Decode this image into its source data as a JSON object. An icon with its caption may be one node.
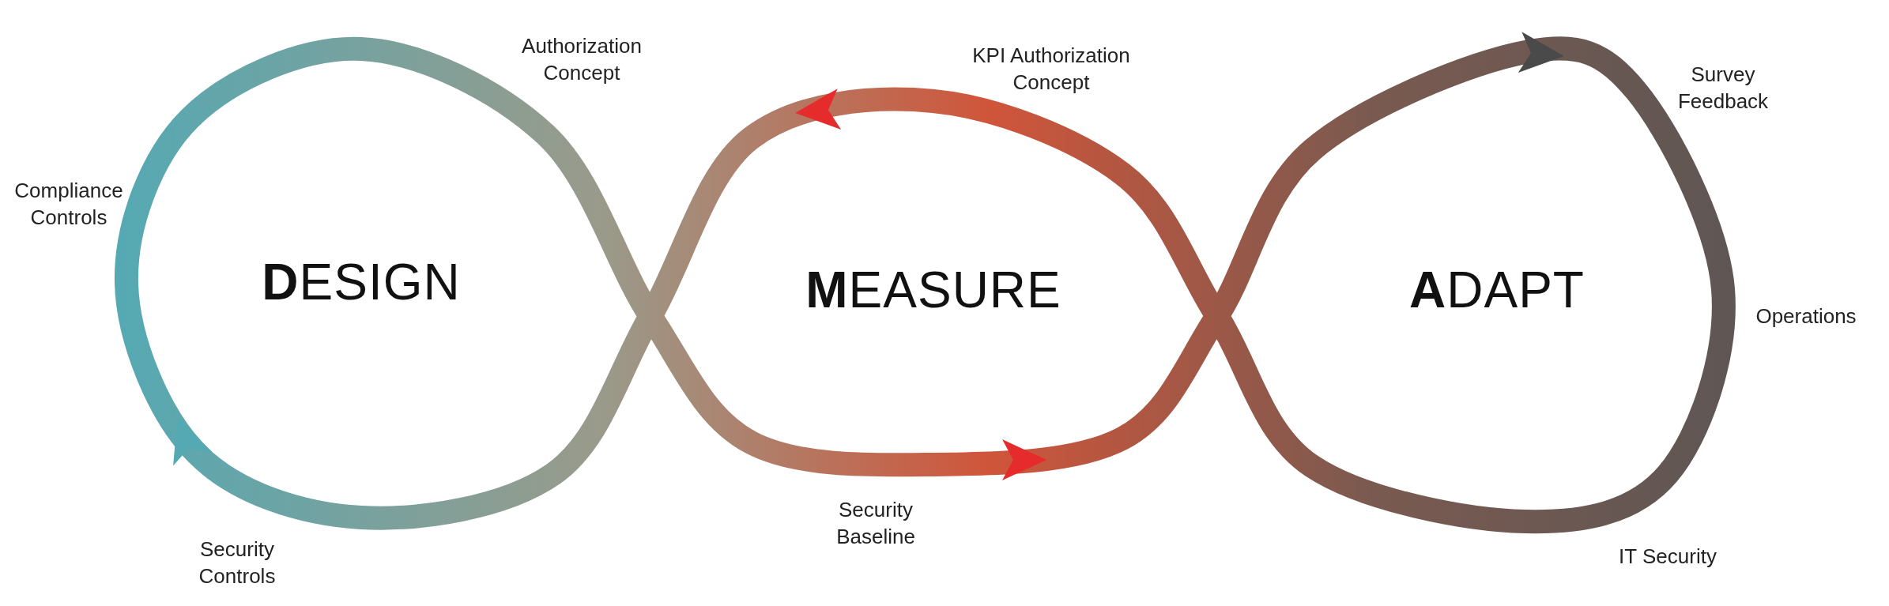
{
  "diagram": {
    "labels": [
      "Authorization Concept",
      "Compliance Controls",
      "**D**ESIGN",
      "Security Controls",
      "KPI Authorization Concept",
      "**M**EASURE",
      "Security Baseline",
      "Survey Feedback",
      "**A**DAPT",
      "Operations",
      "IT Security"
    ]
  }
}
